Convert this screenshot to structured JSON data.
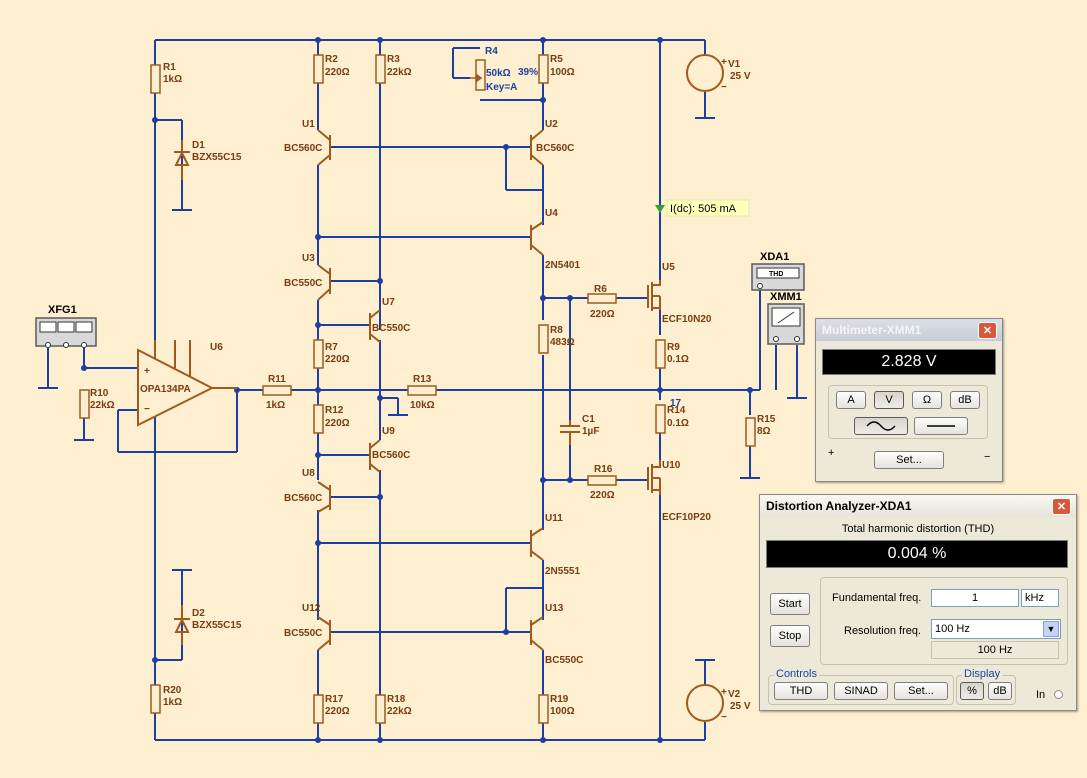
{
  "schematic": {
    "resistors": {
      "R1": {
        "name": "R1",
        "value": "1kΩ"
      },
      "R2": {
        "name": "R2",
        "value": "220Ω"
      },
      "R3": {
        "name": "R3",
        "value": "22kΩ"
      },
      "R4": {
        "name": "R4",
        "value": "50kΩ",
        "percent": "39%",
        "key": "Key=A"
      },
      "R5": {
        "name": "R5",
        "value": "100Ω"
      },
      "R6": {
        "name": "R6",
        "value": "220Ω"
      },
      "R7": {
        "name": "R7",
        "value": "220Ω"
      },
      "R8": {
        "name": "R8",
        "value": "483Ω"
      },
      "R9": {
        "name": "R9",
        "value": "0.1Ω"
      },
      "R10": {
        "name": "R10",
        "value": "22kΩ"
      },
      "R11": {
        "name": "R11",
        "value": "1kΩ"
      },
      "R12": {
        "name": "R12",
        "value": "220Ω"
      },
      "R13": {
        "name": "R13",
        "value": "10kΩ"
      },
      "R14": {
        "name": "R14",
        "value": "0.1Ω"
      },
      "R15": {
        "name": "R15",
        "value": "8Ω"
      },
      "R16": {
        "name": "R16",
        "value": "220Ω"
      },
      "R17": {
        "name": "R17",
        "value": "220Ω"
      },
      "R18": {
        "name": "R18",
        "value": "22kΩ"
      },
      "R19": {
        "name": "R19",
        "value": "100Ω"
      },
      "R20": {
        "name": "R20",
        "value": "1kΩ"
      }
    },
    "transistors": {
      "U1": {
        "name": "U1",
        "type": "BC560C"
      },
      "U2": {
        "name": "U2",
        "type": "BC560C"
      },
      "U3": {
        "name": "U3",
        "type": "BC550C"
      },
      "U4": {
        "name": "U4",
        "type": "2N5401"
      },
      "U5": {
        "name": "U5",
        "type": "ECF10N20"
      },
      "U7": {
        "name": "U7",
        "type": "BC550C"
      },
      "U8": {
        "name": "U8",
        "type": "BC560C"
      },
      "U9": {
        "name": "U9",
        "type": "BC560C"
      },
      "U10": {
        "name": "U10",
        "type": "ECF10P20"
      },
      "U11": {
        "name": "U11",
        "type": "2N5551"
      },
      "U12": {
        "name": "U12",
        "type": "BC550C"
      },
      "U13": {
        "name": "U13",
        "type": "BC550C"
      }
    },
    "diodes": {
      "D1": {
        "name": "D1",
        "type": "BZX55C15"
      },
      "D2": {
        "name": "D2",
        "type": "BZX55C15"
      }
    },
    "opamp": {
      "name": "U6",
      "type": "OPA134PA"
    },
    "capacitor": {
      "name": "C1",
      "value": "1µF"
    },
    "sources": {
      "V1": {
        "name": "V1",
        "value": "25 V"
      },
      "V2": {
        "name": "V2",
        "value": "25 V"
      }
    },
    "instruments": {
      "xfg": {
        "name": "XFG1"
      },
      "xda": {
        "name": "XDA1",
        "display": "THD"
      },
      "xmm": {
        "name": "XMM1"
      }
    },
    "probe": {
      "label": "I(dc): 505 mA"
    },
    "net_label": "17"
  },
  "multimeter": {
    "title": "Multimeter-XMM1",
    "reading": "2.828 V",
    "buttons": {
      "amp": "A",
      "volt": "V",
      "ohm": "Ω",
      "db": "dB"
    },
    "set_label": "Set...",
    "plus": "+",
    "minus": "−"
  },
  "distortion": {
    "title": "Distortion Analyzer-XDA1",
    "header": "Total harmonic distortion (THD)",
    "reading": "0.004 %",
    "start_label": "Start",
    "stop_label": "Stop",
    "fundamental_label": "Fundamental freq.",
    "fundamental_value": "1",
    "fundamental_unit": "kHz",
    "resolution_label": "Resolution freq.",
    "resolution_value": "100 Hz",
    "resolution_display": "100 Hz",
    "controls_label": "Controls",
    "thd_label": "THD",
    "sinad_label": "SINAD",
    "set_label": "Set...",
    "display_label": "Display",
    "pct_label": "%",
    "db_label": "dB",
    "in_label": "In"
  },
  "colors": {
    "background": "#fdefcf",
    "wire": "#1d3fa0",
    "component": "#a05a1e",
    "label": "#7a3c10",
    "probe": "#2fa12f"
  }
}
